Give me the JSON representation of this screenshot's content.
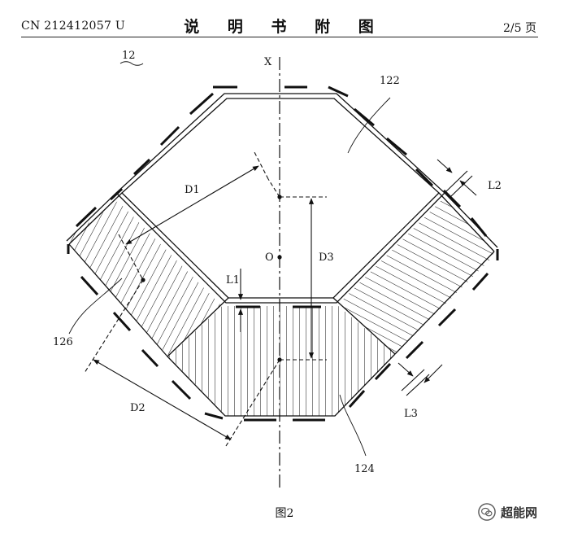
{
  "header": {
    "publication_number": "CN 212412057 U",
    "section_title": "说 明 书 附 图",
    "page": "2/5 页"
  },
  "figure": {
    "caption": "图2",
    "labels": {
      "ref_12": "12",
      "axis": "X",
      "center": "O",
      "ref_122": "122",
      "ref_124": "124",
      "ref_126": "126",
      "d1": "D1",
      "d2": "D2",
      "d3": "D3",
      "l1": "L1",
      "l2": "L2",
      "l3": "L3"
    }
  },
  "watermark": {
    "text": "超能网",
    "icon": "wechat-icon"
  }
}
